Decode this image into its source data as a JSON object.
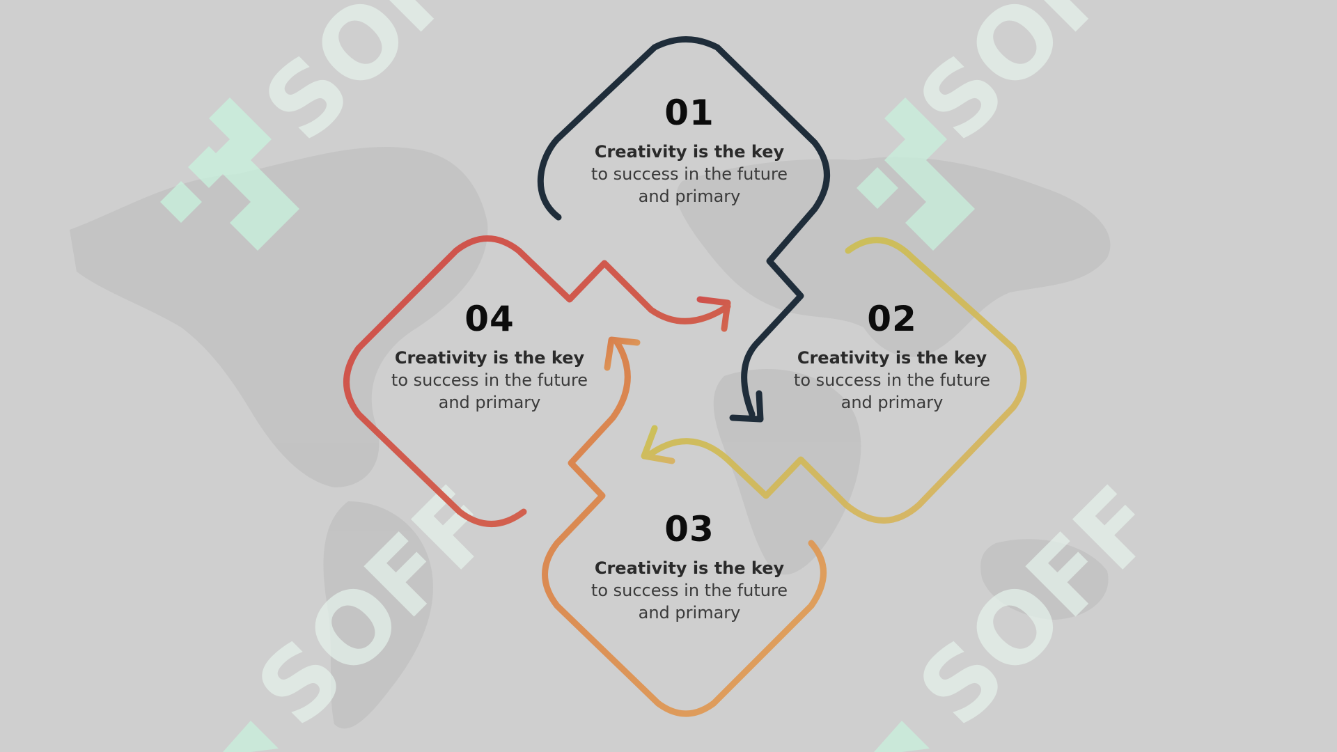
{
  "watermark": {
    "text": "SOFF",
    "color": "#e6f3ec",
    "logo_color": "#c8f0dc"
  },
  "steps": [
    {
      "number": "01",
      "text_bold": "Creativity is the key",
      "text_rest": " to success in the future and primary",
      "color": "#1f2d3a"
    },
    {
      "number": "02",
      "text_bold": "Creativity is the key",
      "text_rest": " to success in the future and primary",
      "color": "#cdb94c"
    },
    {
      "number": "03",
      "text_bold": "Creativity is the key",
      "text_rest": " to success in the future and primary",
      "color": "#dc9a52"
    },
    {
      "number": "04",
      "text_bold": "Creativity is the key",
      "text_rest": " to success in the future and primary",
      "color": "#d1554a"
    }
  ]
}
